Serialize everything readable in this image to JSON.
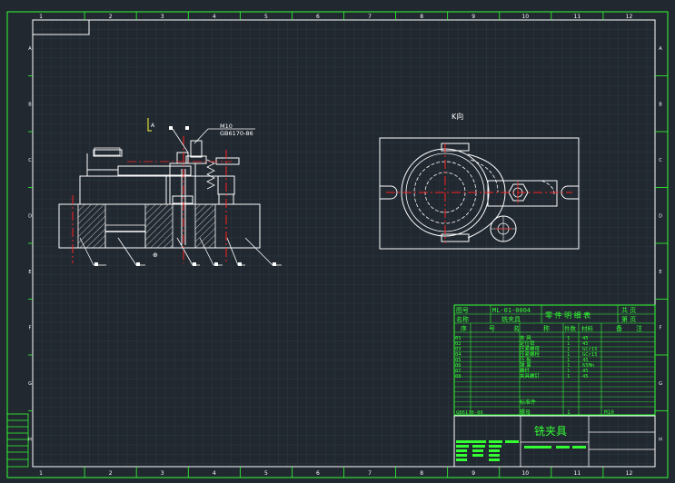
{
  "view_label": "K向",
  "callout": {
    "line1": "M10",
    "line2": "GB6170-86"
  },
  "title_block": {
    "drawing_no_label": "图号",
    "drawing_no": "ML-01-0004",
    "part_list_title": "零 件 明 细 表",
    "sheet_label_1": "共  页",
    "sheet_label_2": "第  页",
    "assembly_name_label": "名称",
    "assembly_name": "铣夹具",
    "col_headers": [
      "序",
      "号",
      "名",
      "称",
      "件数",
      "材料",
      "备",
      "注"
    ],
    "rows": [
      {
        "no": "01",
        "name": "夹 具",
        "qty": "1",
        "mat": "45"
      },
      {
        "no": "02",
        "name": "定位销",
        "qty": "1",
        "mat": "45"
      },
      {
        "no": "03",
        "name": "压紧螺母",
        "qty": "1",
        "mat": "GCr15"
      },
      {
        "no": "04",
        "name": "压紧螺栓",
        "qty": "1",
        "mat": "GCr15"
      },
      {
        "no": "05",
        "name": "压 板",
        "qty": "1",
        "mat": "45"
      },
      {
        "no": "06",
        "name": "弹 簧",
        "qty": "1",
        "mat": "65Mn"
      },
      {
        "no": "07",
        "name": "螺杆",
        "qty": "1",
        "mat": "45"
      },
      {
        "no": "08",
        "name": "夹具螺钉",
        "qty": "1",
        "mat": "45"
      }
    ],
    "note": "标准件",
    "std_ref": "GB6170-86",
    "std_item": "螺母",
    "std_qty": "1",
    "std_size": "M10",
    "main_title": "铣夹具"
  },
  "frame": {
    "col_numbers": [
      "1",
      "2",
      "3",
      "4",
      "5",
      "6",
      "7",
      "8",
      "9",
      "10",
      "11",
      "12"
    ],
    "row_letters": [
      "A",
      "B",
      "C",
      "D",
      "E",
      "F",
      "G",
      "H"
    ]
  }
}
